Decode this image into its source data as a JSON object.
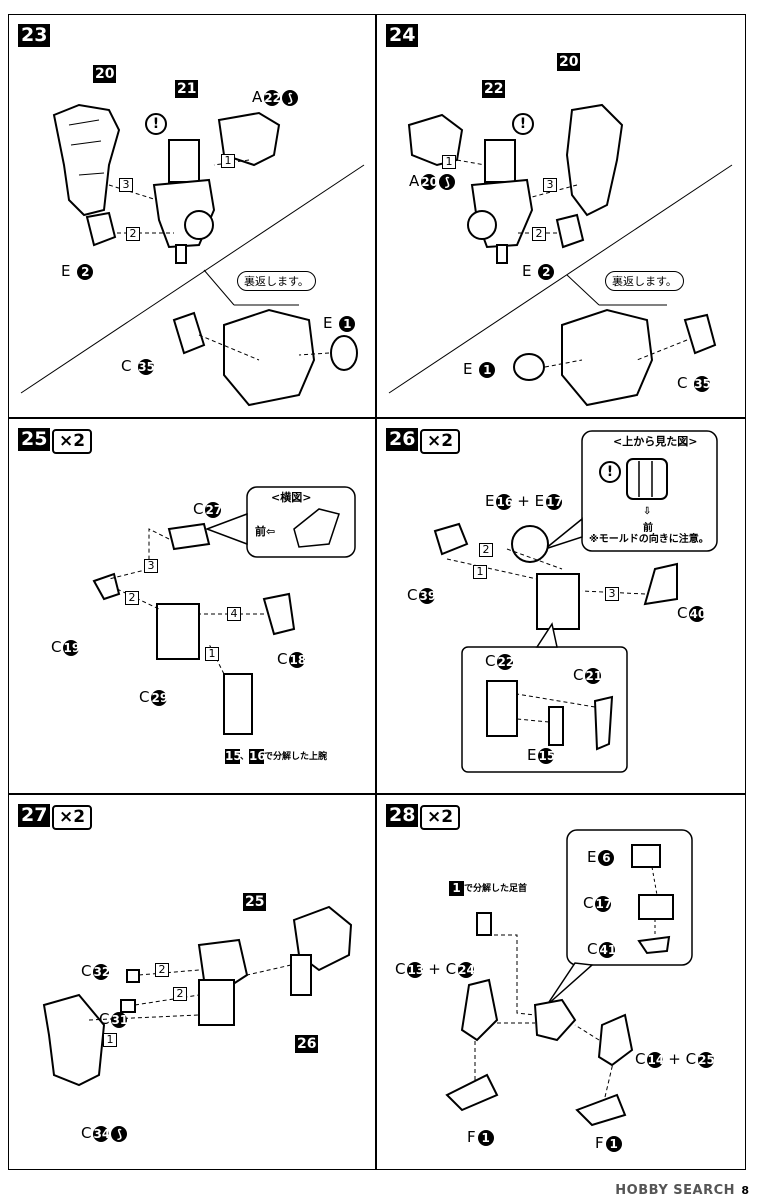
{
  "steps": {
    "s23": {
      "num": "23",
      "parts": {
        "p20": "20",
        "p21": "21",
        "a22": "A",
        "a22n": "22",
        "e2": "E",
        "e2n": "2",
        "c35": "C",
        "c35n": "35",
        "e1": "E",
        "e1n": "1"
      },
      "arrows": [
        "1",
        "2",
        "3"
      ],
      "bubble": "裏返します。"
    },
    "s24": {
      "num": "24",
      "parts": {
        "p20": "20",
        "p22": "22",
        "a20": "A",
        "a20n": "20",
        "e2": "E",
        "e2n": "2",
        "c35": "C",
        "c35n": "35",
        "e1": "E",
        "e1n": "1"
      },
      "arrows": [
        "1",
        "2",
        "3"
      ],
      "bubble": "裏返します。"
    },
    "s25": {
      "num": "25",
      "times": "×2",
      "parts": {
        "c27": "C",
        "c27n": "27",
        "c19": "C",
        "c19n": "19",
        "c29": "C",
        "c29n": "29",
        "c18": "C",
        "c18n": "18"
      },
      "arrows": [
        "1",
        "2",
        "3",
        "4"
      ],
      "inset_title": "<横図>",
      "inset_label": "前",
      "note_a": "15",
      "note_b": "16",
      "note_text": "で分解した上腕",
      "note_sep": "、"
    },
    "s26": {
      "num": "26",
      "times": "×2",
      "parts": {
        "e16": "E",
        "e16n": "16",
        "plus": "+",
        "e17": "E",
        "e17n": "17",
        "c39": "C",
        "c39n": "39",
        "c40": "C",
        "c40n": "40",
        "c22": "C",
        "c22n": "22",
        "c21": "C",
        "c21n": "21",
        "e15": "E",
        "e15n": "15"
      },
      "arrows": [
        "1",
        "2",
        "3"
      ],
      "inset_title": "<上から見た図>",
      "inset_front": "前",
      "inset_note": "※モールドの向きに注意。"
    },
    "s27": {
      "num": "27",
      "times": "×2",
      "parts": {
        "p25": "25",
        "p26": "26",
        "c32": "C",
        "c32n": "32",
        "c31": "C",
        "c31n": "31",
        "c34": "C",
        "c34n": "34"
      },
      "arrows": [
        "1",
        "2",
        "2"
      ]
    },
    "s28": {
      "num": "28",
      "times": "×2",
      "parts": {
        "e6": "E",
        "e6n": "6",
        "c17": "C",
        "c17n": "17",
        "c41": "C",
        "c41n": "41",
        "c13": "C",
        "c13n": "13",
        "plus1": "+",
        "c24": "C",
        "c24n": "24",
        "c14": "C",
        "c14n": "14",
        "plus2": "+",
        "c25": "C",
        "c25n": "25",
        "f1a": "F",
        "f1an": "1",
        "f1b": "F",
        "f1bn": "1"
      },
      "note_num": "1",
      "note_text": "で分解した足首"
    }
  },
  "footer": {
    "watermark": "HOBBY SEARCH",
    "page": "8"
  }
}
